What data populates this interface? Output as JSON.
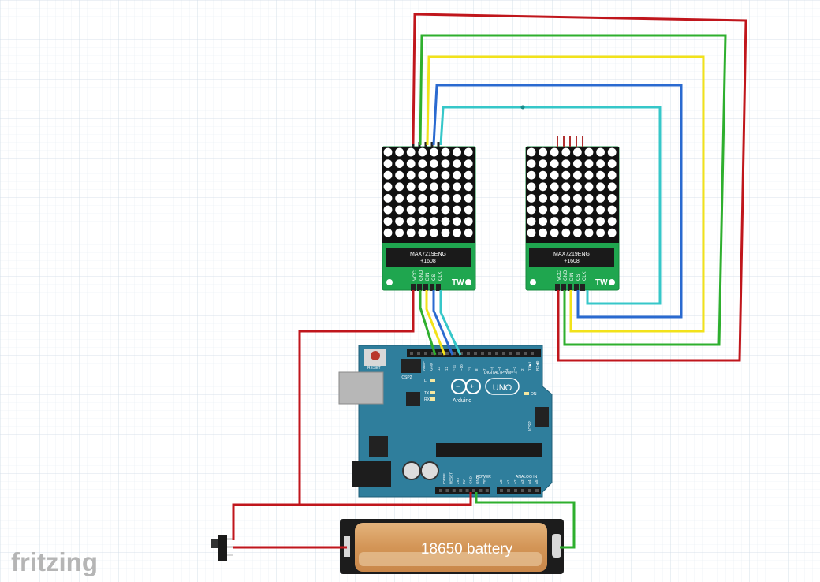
{
  "matrix_modules": [
    {
      "chip_label": "MAX7219ENG",
      "chip_sub": "+1608",
      "logo": "TW",
      "pins": [
        "VCC",
        "GND",
        "DIN",
        "CS",
        "CLK"
      ]
    },
    {
      "chip_label": "MAX7219ENG",
      "chip_sub": "+1608",
      "logo": "TW",
      "pins": [
        "VCC",
        "GND",
        "DIN",
        "CS",
        "CLK"
      ]
    }
  ],
  "arduino": {
    "model": "UNO",
    "brand": "Arduino",
    "reset_label": "RESET",
    "icsp2_label": "ICSP2",
    "icsp_label": "ICSP",
    "on_label": "ON",
    "l_label": "L",
    "tx_label": "TX",
    "rx_label": "RX",
    "digital_label": "DIGITAL (PWM=~)",
    "analog_label": "ANALOG IN",
    "power_label": "POWER",
    "top_pins": [
      "AREF",
      "GND",
      "13",
      "12",
      "~11",
      "~10",
      "~9",
      "8",
      "7",
      "~6",
      "~5",
      "4",
      "~3",
      "2",
      "TX▶1",
      "RX◀0"
    ],
    "power_pins": [
      "IOREF",
      "RESET",
      "3V3",
      "5V",
      "GND",
      "GND",
      "VIN"
    ],
    "analog_pins": [
      "A0",
      "A1",
      "A2",
      "A3",
      "A4",
      "A5"
    ]
  },
  "battery": {
    "label": "18650 battery"
  },
  "brand_logo": "fritzing",
  "colors": {
    "wire_red": "#c0161c",
    "wire_green": "#2eaf2e",
    "wire_yellow": "#f2e21a",
    "wire_blue": "#2a6ad0",
    "wire_cyan": "#36c7c9",
    "pcb_green": "#15a34a",
    "arduino_teal": "#2f7e9c",
    "grid": "#dfe7ef"
  }
}
